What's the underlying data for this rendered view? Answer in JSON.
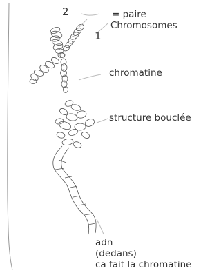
{
  "diagram": {
    "numbers": {
      "two": "2",
      "one": "1"
    },
    "labels": {
      "paire": "= paire",
      "chromosomes": "Chromosomes",
      "chromatine": "chromatine",
      "structure": "structure bouclée",
      "adn_line1": "adn",
      "adn_line2": "(dedans)",
      "adn_line3": "ca fait la chromatine"
    },
    "colors": {
      "ink": "#333333",
      "stroke": "#555555",
      "pointer": "#bbbbbb"
    }
  }
}
